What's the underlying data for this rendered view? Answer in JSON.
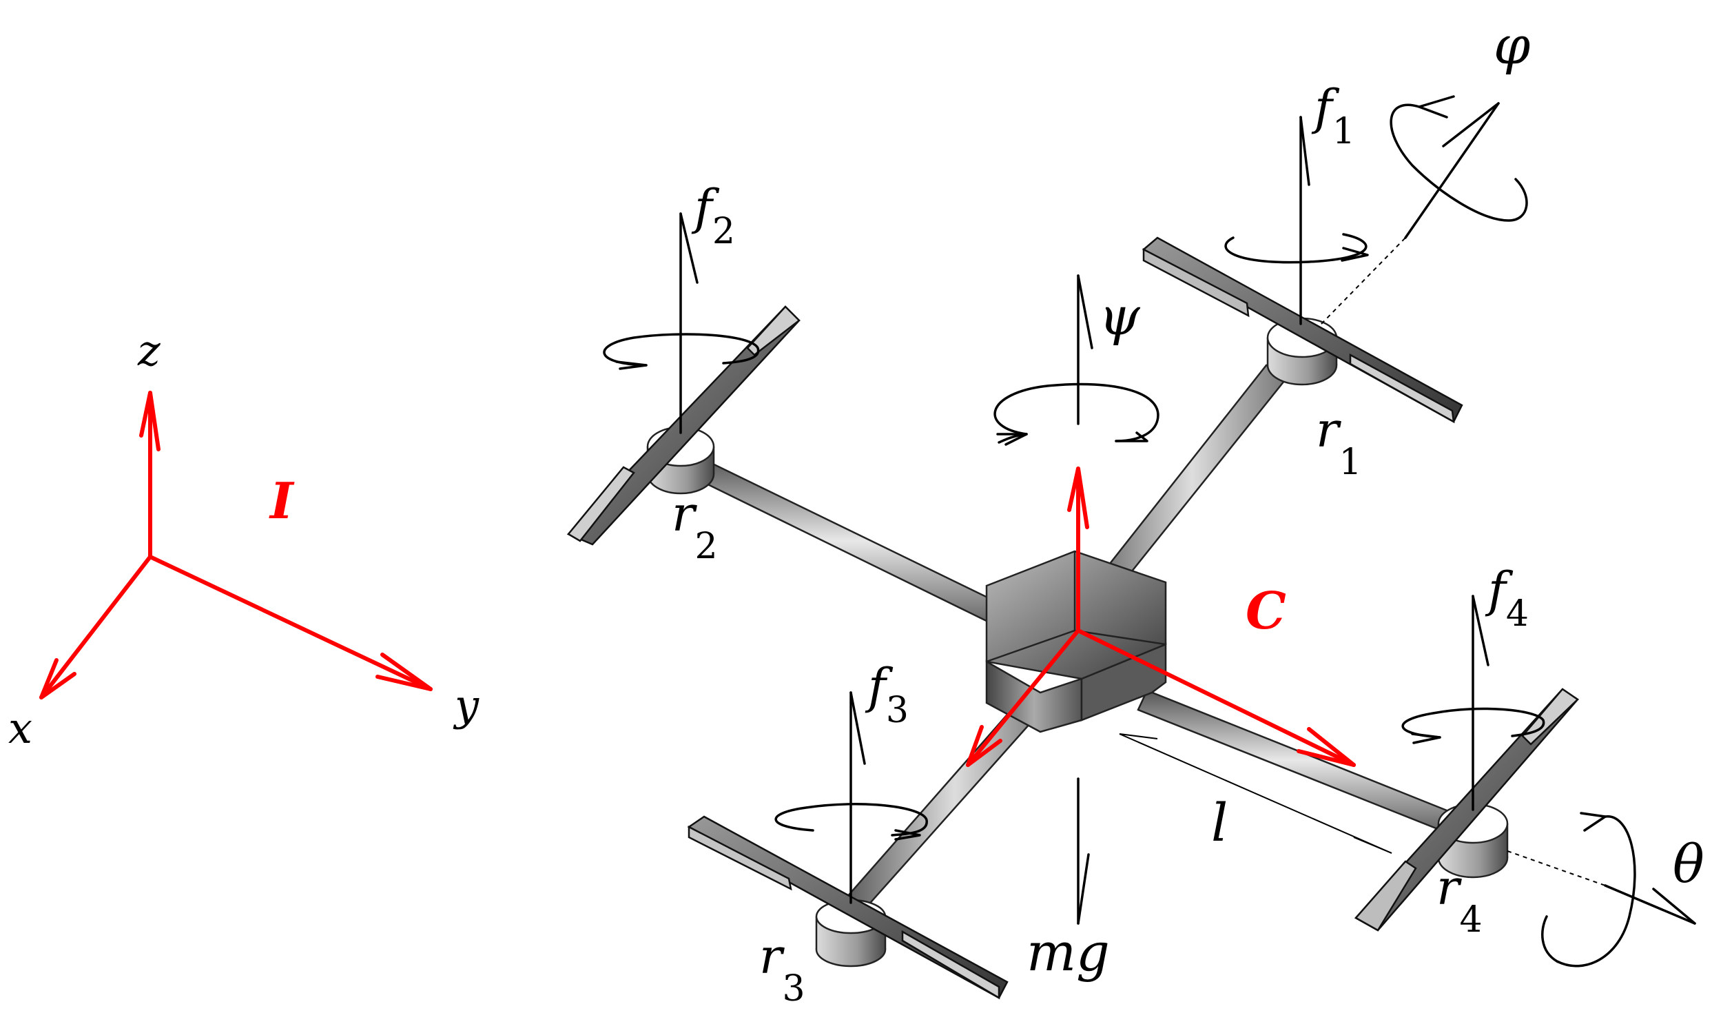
{
  "colors": {
    "frame_axes": "#ff0000",
    "ink": "#000000"
  },
  "inertial_frame": {
    "name": "I",
    "axes": {
      "x": "x",
      "y": "y",
      "z": "z"
    }
  },
  "body_frame": {
    "name": "C"
  },
  "rotors": [
    {
      "id": "1",
      "label": "r",
      "sub": "1",
      "force": "f",
      "force_sub": "1"
    },
    {
      "id": "2",
      "label": "r",
      "sub": "2",
      "force": "f",
      "force_sub": "2"
    },
    {
      "id": "3",
      "label": "r",
      "sub": "3",
      "force": "f",
      "force_sub": "3"
    },
    {
      "id": "4",
      "label": "r",
      "sub": "4",
      "force": "f",
      "force_sub": "4"
    }
  ],
  "angles": {
    "roll": "φ",
    "pitch": "θ",
    "yaw": "ψ"
  },
  "weight": "mg",
  "arm_length": "l"
}
